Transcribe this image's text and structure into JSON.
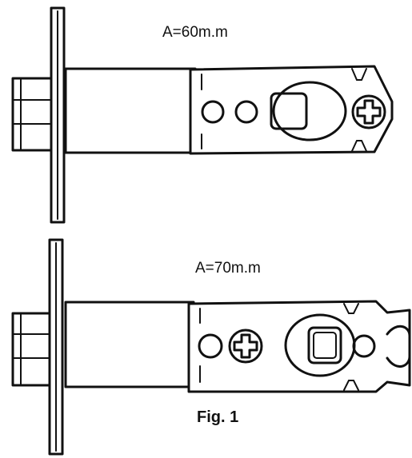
{
  "figure": {
    "latch_top": {
      "dimension_label": "A=60m.m"
    },
    "latch_bottom": {
      "dimension_label": "A=70m.m"
    },
    "caption": "Fig. 1"
  },
  "colors": {
    "ink": "#111111",
    "paper": "#ffffff"
  }
}
